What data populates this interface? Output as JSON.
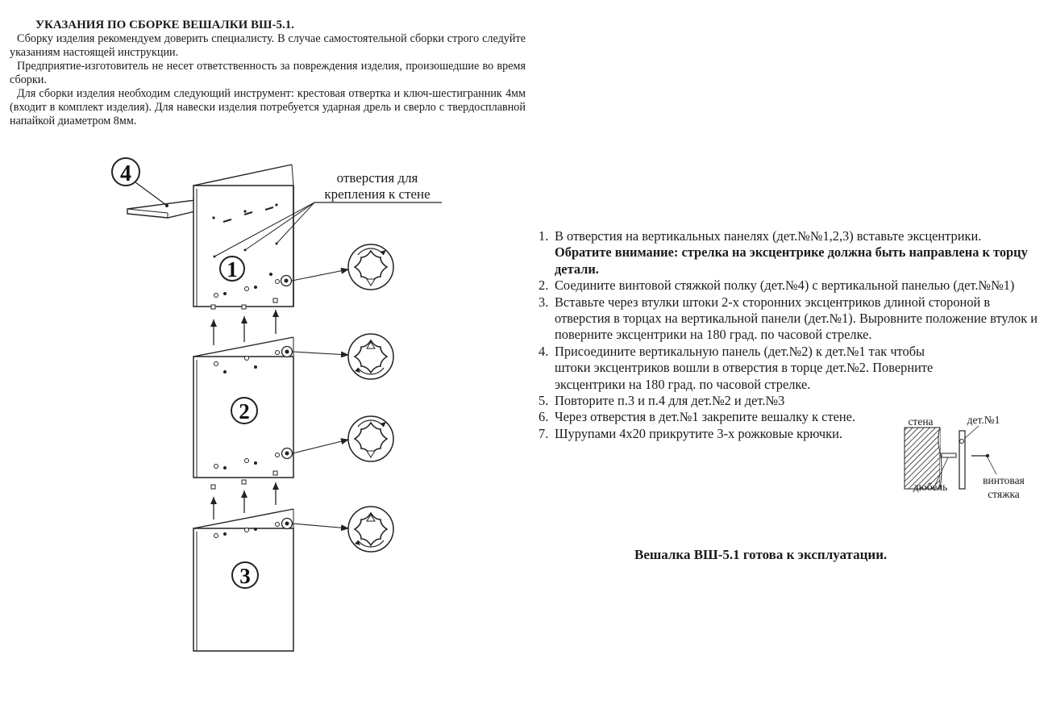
{
  "intro": {
    "title": "УКАЗАНИЯ ПО СБОРКЕ ВЕШАЛКИ ВШ-5.1.",
    "paragraphs": [
      "Сборку изделия рекомендуем доверить специалисту. В случае самостоятельной сборки строго следуйте указаниям настоящей инструкции.",
      "Предприятие-изготовитель не несет ответственность за повреждения изделия, произошедшие во время сборки.",
      "Для сборки изделия необходим следующий инструмент: крестовая отвертка и ключ-шестигранник 4мм (входит в комплект изделия). Для навески изделия потребуется ударная дрель и сверло с твердосплавной напайкой диаметром 8мм."
    ]
  },
  "diagram": {
    "hole_label_line1": "отверстия для",
    "hole_label_line2": "крепления к стене",
    "part_numbers": [
      "1",
      "2",
      "3",
      "4"
    ]
  },
  "steps": [
    {
      "num": "1.",
      "text": "В отверстия на вертикальных панелях (дет.№№1,2,3) вставьте эксцентрики. ",
      "bold": "Обратите внимание: стрелка на эксцентрике должна быть направлена к торцу детали."
    },
    {
      "num": "2.",
      "text": "Соедините винтовой стяжкой полку (дет.№4) с вертикальной панелью (дет.№№1)",
      "bold": ""
    },
    {
      "num": "3.",
      "text": "Вставьте через втулки штоки 2-х сторонних эксцентриков длиной стороной в отверстия в торцах на вертикальной панели (дет.№1). Выровните положение втулок и поверните эксцентрики на 180 град. по часовой стрелке.",
      "bold": ""
    },
    {
      "num": "4.",
      "text": "Присоедините вертикальную панель (дет.№2) к дет.№1 так чтобы штоки эксцентриков вошли в отверстия в торце дет.№2. Поверните эксцентрики на 180 град. по часовой стрелке.",
      "bold": ""
    },
    {
      "num": "5.",
      "text": "Повторите п.3 и п.4 для дет.№2 и дет.№3",
      "bold": ""
    },
    {
      "num": "6.",
      "text": "Через отверстия в дет.№1 закрепите вешалку к стене.",
      "bold": ""
    },
    {
      "num": "7.",
      "text": "Шурупами 4х20 прикрутите 3-х рожковые крючки.",
      "bold": ""
    }
  ],
  "wall_detail": {
    "wall_label": "стена",
    "part_label": "дет.№1",
    "dowel_label": "дюбель",
    "screw_label_line1": "винтовая",
    "screw_label_line2": "стяжка"
  },
  "final_note": "Вешалка ВШ-5.1 готова к эксплуатации."
}
